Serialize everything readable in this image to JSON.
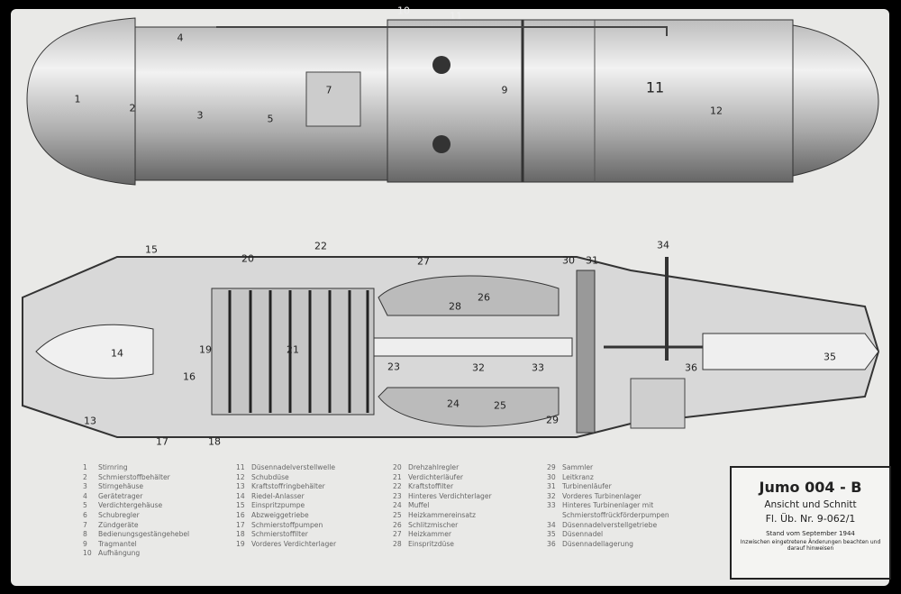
{
  "legend": [
    [
      "1",
      "Stirnring"
    ],
    [
      "2",
      "Schmierstoffbehälter"
    ],
    [
      "3",
      "Stirngehäuse"
    ],
    [
      "4",
      "Gerätetrager"
    ],
    [
      "5",
      "Verdichtergehäuse"
    ],
    [
      "6",
      "Schubregler"
    ],
    [
      "7",
      "Zündgeräte"
    ],
    [
      "8",
      "Bedienungsgestängehebel"
    ],
    [
      "9",
      "Tragmantel"
    ],
    [
      "10",
      "Aufhängung"
    ],
    [
      "11",
      "Düsennadelverstellwelle"
    ],
    [
      "12",
      "Schubdüse"
    ],
    [
      "13",
      "Kraftstoffringbehälter"
    ],
    [
      "14",
      "Riedel-Anlasser"
    ],
    [
      "15",
      "Einspritzpumpe"
    ],
    [
      "16",
      "Abzweiggetriebe"
    ],
    [
      "17",
      "Schmierstoffpumpen"
    ],
    [
      "18",
      "Schmierstoffilter"
    ],
    [
      "19",
      "Vorderes Verdichterlager"
    ],
    [
      "20",
      "Drehzahlregler"
    ],
    [
      "21",
      "Verdichterläufer"
    ],
    [
      "22",
      "Kraftstoffilter"
    ],
    [
      "23",
      "Hinteres Verdichterlager"
    ],
    [
      "24",
      "Muffel"
    ],
    [
      "25",
      "Heizkammereinsatz"
    ],
    [
      "26",
      "Schlitzmischer"
    ],
    [
      "27",
      "Heizkammer"
    ],
    [
      "28",
      "Einspritzdüse"
    ],
    [
      "29",
      "Sammler"
    ],
    [
      "30",
      "Leitkranz"
    ],
    [
      "31",
      "Turbinenläufer"
    ],
    [
      "32",
      "Vorderes Turbinenlager"
    ],
    [
      "33",
      "Hinteres Turbinenlager mit"
    ],
    [
      "",
      "Schmierstoffrückförderpumpen"
    ],
    [
      "34",
      "Düsennadelverstellgetriebe"
    ],
    [
      "35",
      "Düsennadel"
    ],
    [
      "36",
      "Düsennadellagerung"
    ]
  ],
  "title_box": {
    "title": "Jumo 004 - B",
    "subtitle": "Ansicht und Schnitt",
    "number": "Fl. Üb. Nr. 9-062/1",
    "date": "Stand vom September 1944",
    "note": "Inzwischen eingetretene Änderungen beachten und darauf hinweisen"
  },
  "painted_marking": "11"
}
